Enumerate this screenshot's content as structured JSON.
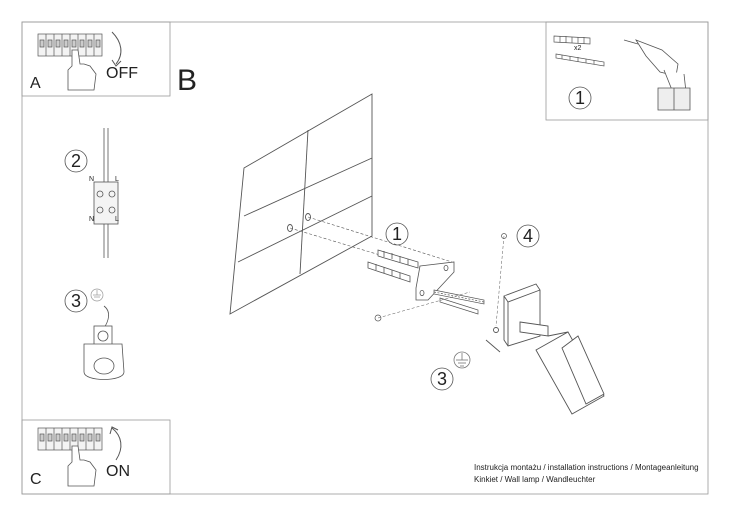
{
  "panels": {
    "a": {
      "letter": "A",
      "action": "OFF"
    },
    "b": {
      "letter": "B"
    },
    "c": {
      "letter": "C",
      "action": "ON"
    }
  },
  "tools_panel": {
    "step": "1",
    "quantity": "x2"
  },
  "steps": {
    "s1": "1",
    "s2": "2",
    "s3": "3",
    "s4": "4"
  },
  "terminal_marks": {
    "n": "N",
    "l": "L"
  },
  "footer": {
    "line1": "Instrukcja montażu / installation instructions / Montageanleitung",
    "line2": "Kinkiet / Wall lamp / Wandleuchter"
  }
}
